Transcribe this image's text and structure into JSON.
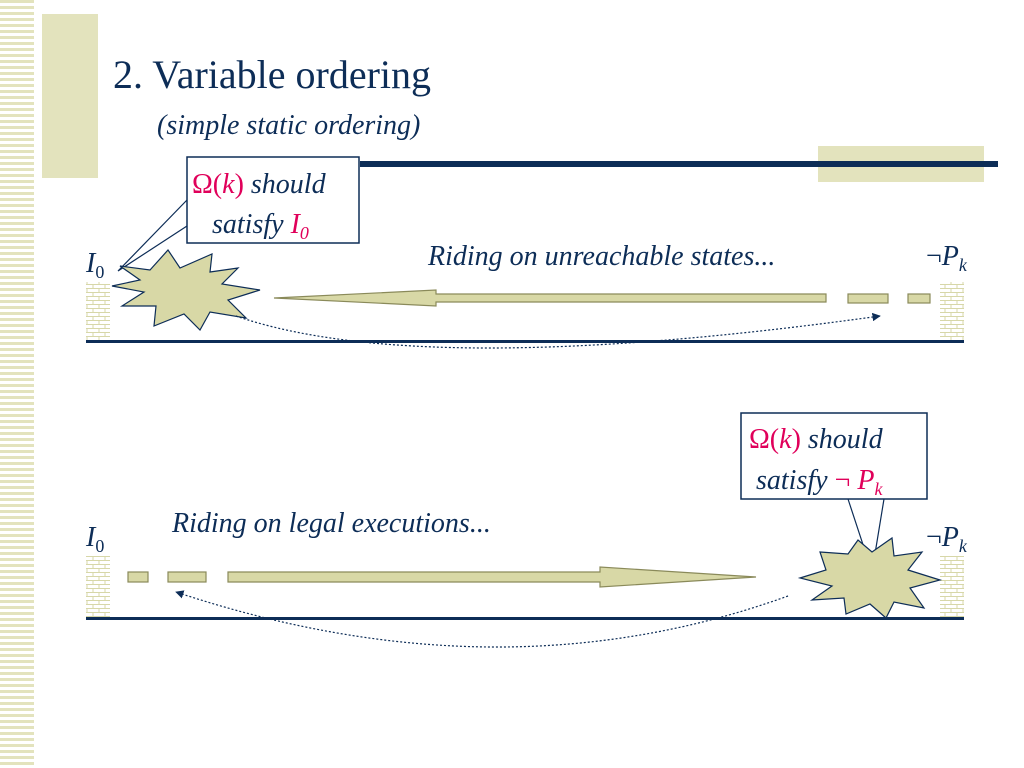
{
  "slide": {
    "title": "2. Variable ordering",
    "subtitle": "(simple static ordering)"
  },
  "colors": {
    "navy": "#0d2d57",
    "olive_light": "#e3e3bd",
    "olive_fill": "#d8d8a6",
    "olive_stroke": "#8a8a5a",
    "magenta": "#e0005a",
    "brick": "#d7d7a8"
  },
  "top_panel": {
    "start_symbol": "I",
    "start_sub": "0",
    "end_neg": "¬",
    "end_symbol": "P",
    "end_sub": "k",
    "caption": "Riding on unreachable states...",
    "callout": {
      "omega": "Ω(",
      "k": "k",
      "close": ")",
      "should": " should",
      "satisfy": "satisfy ",
      "target": "I",
      "target_sub": "0"
    }
  },
  "bottom_panel": {
    "start_symbol": "I",
    "start_sub": "0",
    "end_neg": "¬",
    "end_symbol": "P",
    "end_sub": "k",
    "caption": "Riding on legal executions...",
    "callout": {
      "omega": "Ω(",
      "k": "k",
      "close": ")",
      "should": " should",
      "satisfy": "satisfy ",
      "target_neg": "¬ ",
      "target": "P",
      "target_sub": "k"
    }
  }
}
